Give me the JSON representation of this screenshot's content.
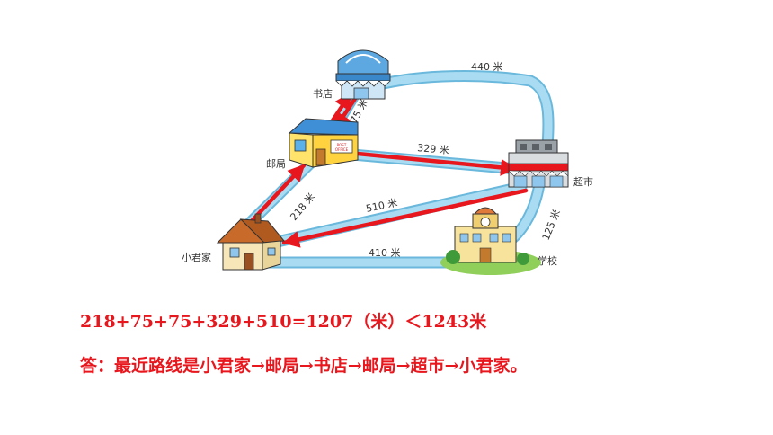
{
  "map": {
    "places": {
      "bookstore": "书店",
      "post_office": "邮局",
      "supermarket": "超市",
      "home": "小君家",
      "school": "学校"
    },
    "post_office_sign": [
      "POST",
      "OFFICE"
    ],
    "distances": {
      "bookstore_supermarket": "440 米",
      "bookstore_post": "75 米",
      "post_supermarket": "329 米",
      "home_post": "218 米",
      "supermarket_home": "510 米",
      "supermarket_school": "125 米",
      "home_school": "410 米"
    },
    "colors": {
      "road": "#9fd6ee",
      "road_edge": "#6ab8dc",
      "arrow": "#e8161d"
    }
  },
  "equation": "218+75+75+329+510=1207（米）＜1243米",
  "answer": "答：最近路线是小君家→邮局→书店→邮局→超市→小君家。"
}
